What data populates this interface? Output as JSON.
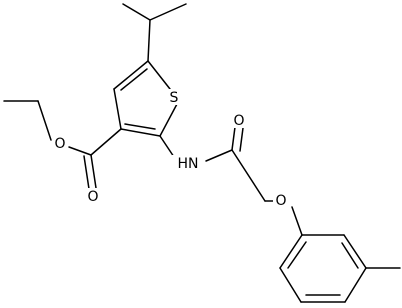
{
  "molecule": {
    "atom_labels": {
      "sulfur": "S",
      "ester_carbonyl_oxygen": "O",
      "ester_ether_oxygen": "O",
      "amide_nitrogen": "HN",
      "amide_carbonyl_oxygen": "O",
      "aryl_ether_oxygen": "O"
    },
    "colors": {
      "bond": "#000000",
      "label": "#000000",
      "background": "#ffffff"
    }
  }
}
